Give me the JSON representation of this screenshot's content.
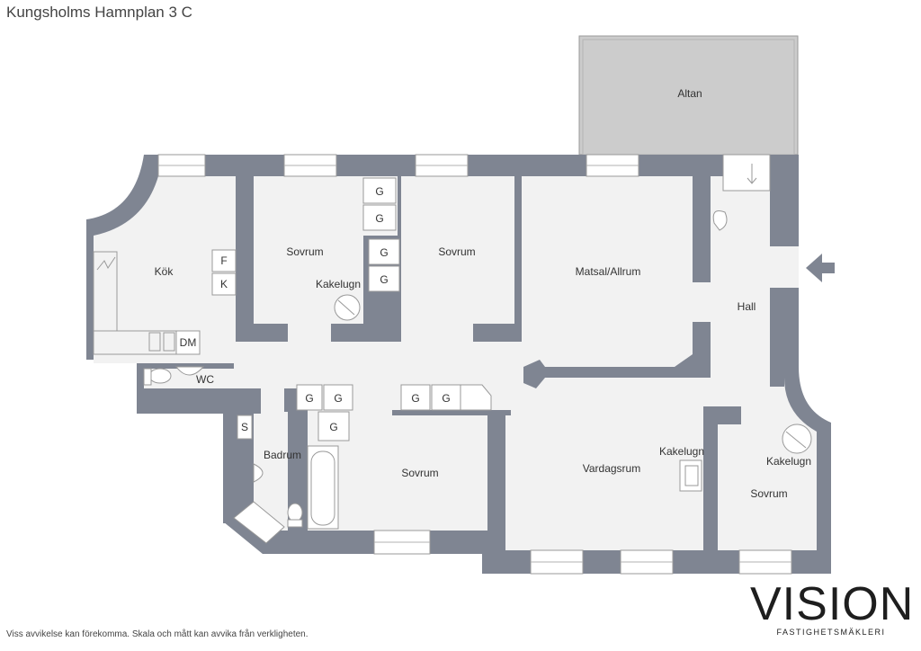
{
  "title": "Kungsholms Hamnplan 3 C",
  "rooms": {
    "altan": "Altan",
    "kok": "Kök",
    "sovrum_1": "Sovrum",
    "sovrum_2": "Sovrum",
    "matsal": "Matsal/Allrum",
    "hall": "Hall",
    "wc": "WC",
    "badrum": "Badrum",
    "sovrum_3": "Sovrum",
    "vardagsrum": "Vardagsrum",
    "sovrum_4": "Sovrum"
  },
  "fixtures": {
    "kakelugn_1": "Kakelugn",
    "kakelugn_2": "Kakelugn",
    "kakelugn_3": "Kakelugn",
    "fridge": "F",
    "freezer": "K",
    "dishwasher": "DM",
    "shower": "S",
    "wardrobe": "G"
  },
  "disclaimer": "Viss avvikelse kan förekomma. Skala och mått kan avvika från verkligheten.",
  "logo": {
    "word": "VISION",
    "subtitle": "FASTIGHETSMÄKLERI"
  },
  "colors": {
    "wall": "#7f8592",
    "floor": "#f2f2f2",
    "terrace": "#cccccc",
    "window": "#ffffff"
  }
}
